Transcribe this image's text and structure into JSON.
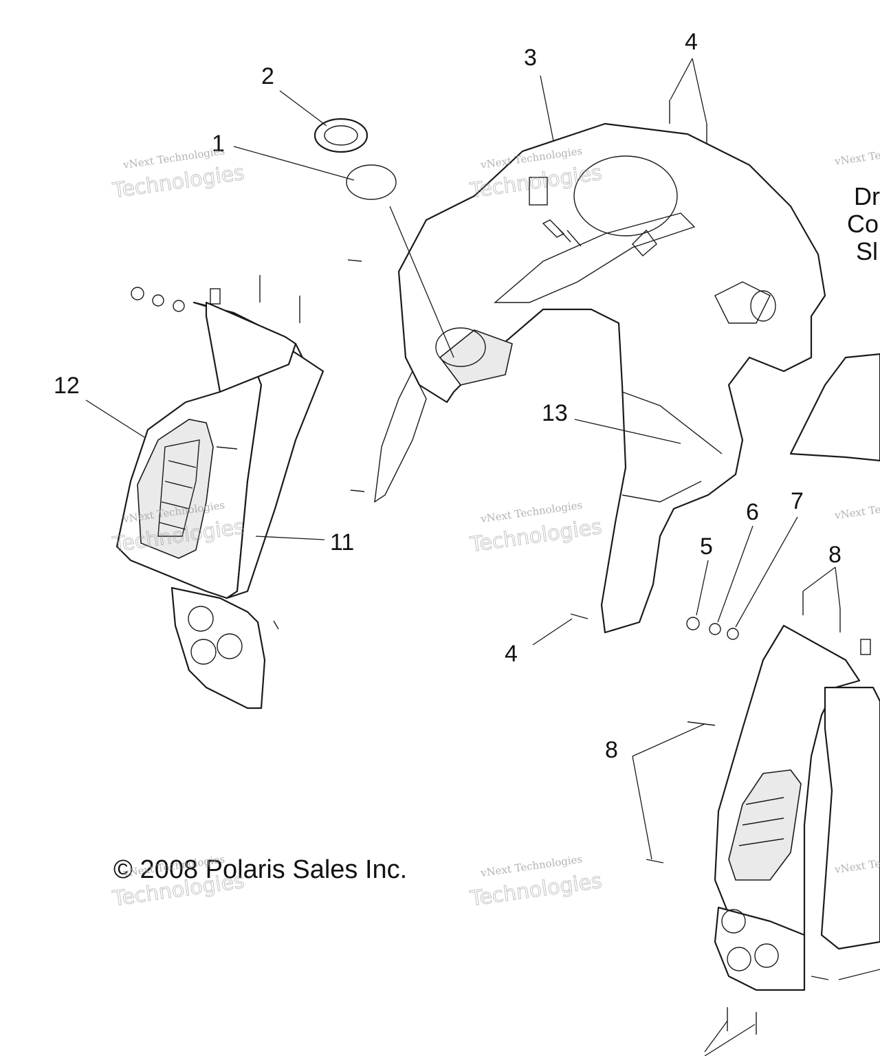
{
  "callouts": {
    "c1": "1",
    "c2": "2",
    "c3": "3",
    "c4a": "4",
    "c4b": "4",
    "c5": "5",
    "c6": "6",
    "c7": "7",
    "c8a": "8",
    "c8b": "8",
    "c11": "11",
    "c12": "12",
    "c13": "13"
  },
  "side_note": {
    "line1": "Dr",
    "line2": "Co",
    "line3": "Sl"
  },
  "copyright": "© 2008 Polaris Sales Inc.",
  "watermark": {
    "line1": "vNext Technologies",
    "line2": "vNext",
    "line3": "Technologies"
  }
}
